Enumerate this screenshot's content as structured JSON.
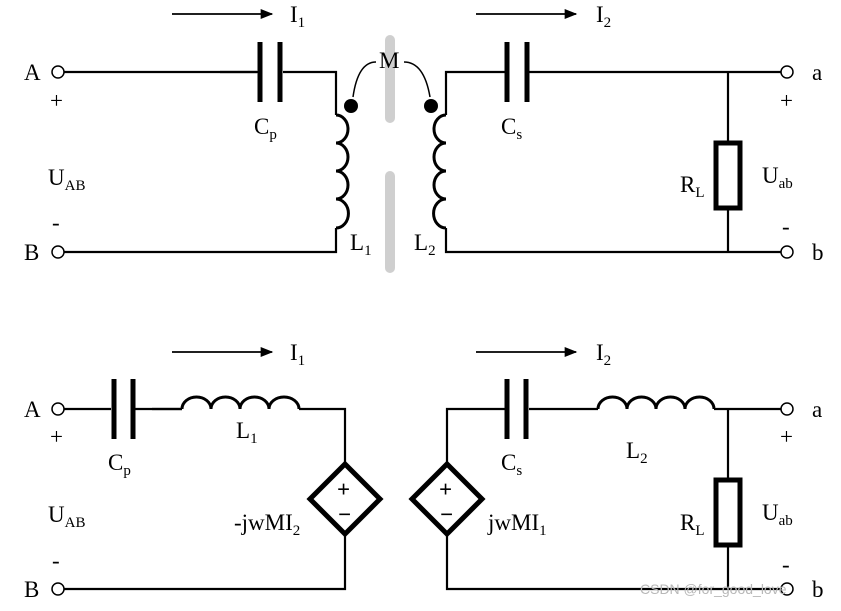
{
  "top_circuit": {
    "terminal_A": "A",
    "terminal_B": "B",
    "terminal_a": "a",
    "terminal_b": "b",
    "plus_left": "+",
    "minus_left": "-",
    "plus_right": "+",
    "minus_right": "-",
    "current_1": "I",
    "current_1_sub": "1",
    "current_2": "I",
    "current_2_sub": "2",
    "mutual": "M",
    "cap_p": "C",
    "cap_p_sub": "p",
    "cap_s": "C",
    "cap_s_sub": "s",
    "ind_1": "L",
    "ind_1_sub": "1",
    "ind_2": "L",
    "ind_2_sub": "2",
    "voltage_in": "U",
    "voltage_in_sub": "AB",
    "voltage_out": "U",
    "voltage_out_sub": "ab",
    "load": "R",
    "load_sub": "L"
  },
  "bottom_circuit": {
    "terminal_A": "A",
    "terminal_B": "B",
    "terminal_a": "a",
    "terminal_b": "b",
    "plus_left": "+",
    "minus_left": "-",
    "plus_right": "+",
    "minus_right": "-",
    "current_1": "I",
    "current_1_sub": "1",
    "current_2": "I",
    "current_2_sub": "2",
    "cap_p": "C",
    "cap_p_sub": "p",
    "cap_s": "C",
    "cap_s_sub": "s",
    "ind_1": "L",
    "ind_1_sub": "1",
    "ind_2": "L",
    "ind_2_sub": "2",
    "voltage_in": "U",
    "voltage_in_sub": "AB",
    "voltage_out": "U",
    "voltage_out_sub": "ab",
    "load": "R",
    "load_sub": "L",
    "source_left": "-jwMI",
    "source_left_sub": "2",
    "source_right": "jwMI",
    "source_right_sub": "1",
    "source_plus": "+",
    "source_minus": "−"
  },
  "watermark": "CSDN @for_good_love"
}
